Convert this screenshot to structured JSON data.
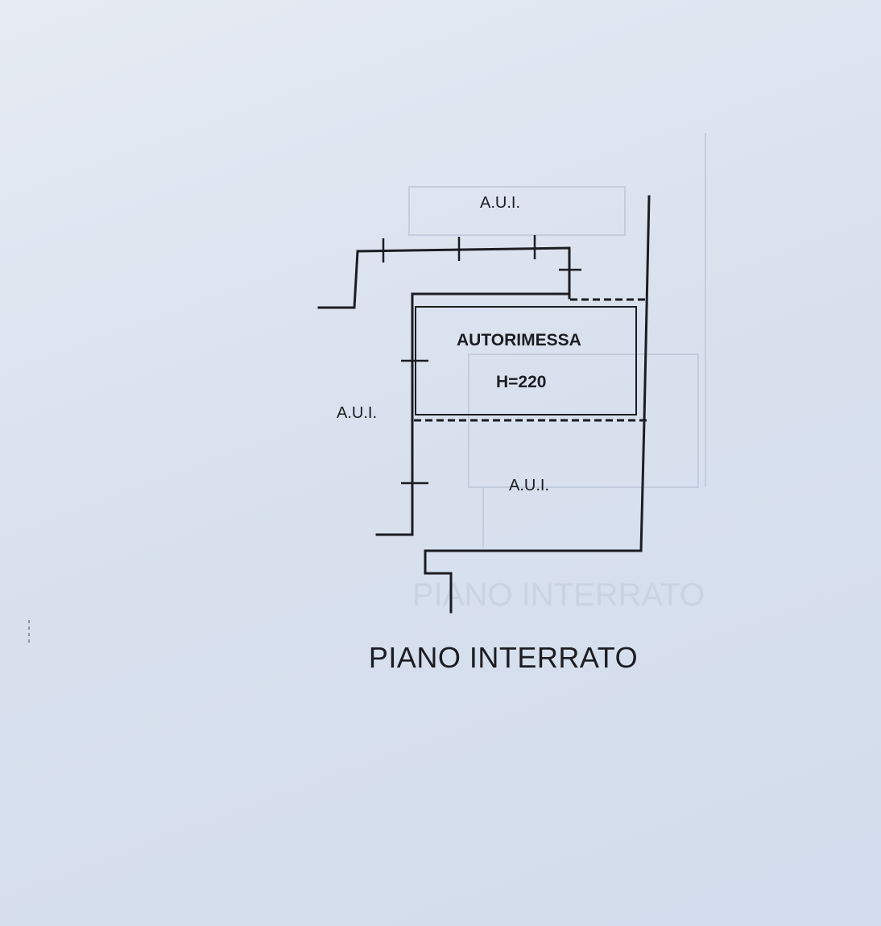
{
  "plan": {
    "floor_title": "PIANO INTERRATO",
    "rooms": {
      "garage_name": "AUTORIMESSA",
      "garage_height": "H=220",
      "other_unit_top": "A.U.I.",
      "other_unit_left": "A.U.I.",
      "other_unit_bottom": "A.U.I."
    }
  }
}
